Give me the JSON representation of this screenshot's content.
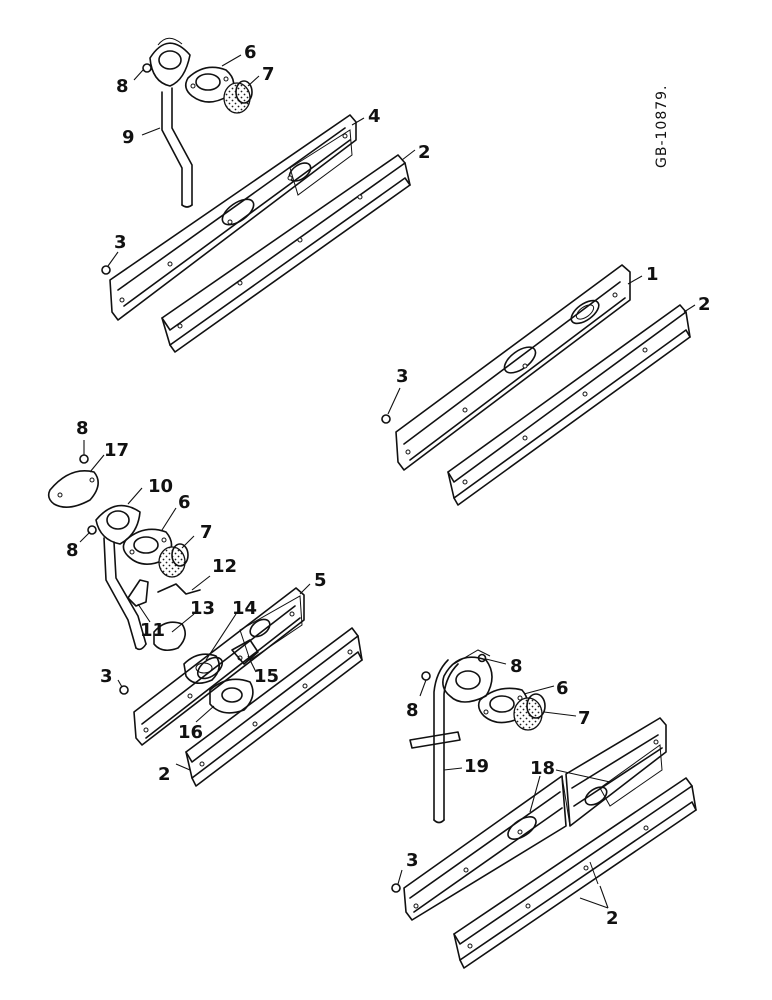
{
  "drawing_ref": "GB-10879.",
  "callouts": {
    "top": [
      "8",
      "6",
      "7",
      "9",
      "4",
      "2",
      "3"
    ],
    "middle_right": [
      "1",
      "2",
      "3"
    ],
    "middle_left": [
      "8",
      "17",
      "10",
      "6",
      "8",
      "7",
      "12",
      "11",
      "13",
      "14",
      "5",
      "3",
      "15",
      "16",
      "2"
    ],
    "bottom_right": [
      "8",
      "6",
      "8",
      "7",
      "19",
      "18",
      "3",
      "2"
    ]
  }
}
